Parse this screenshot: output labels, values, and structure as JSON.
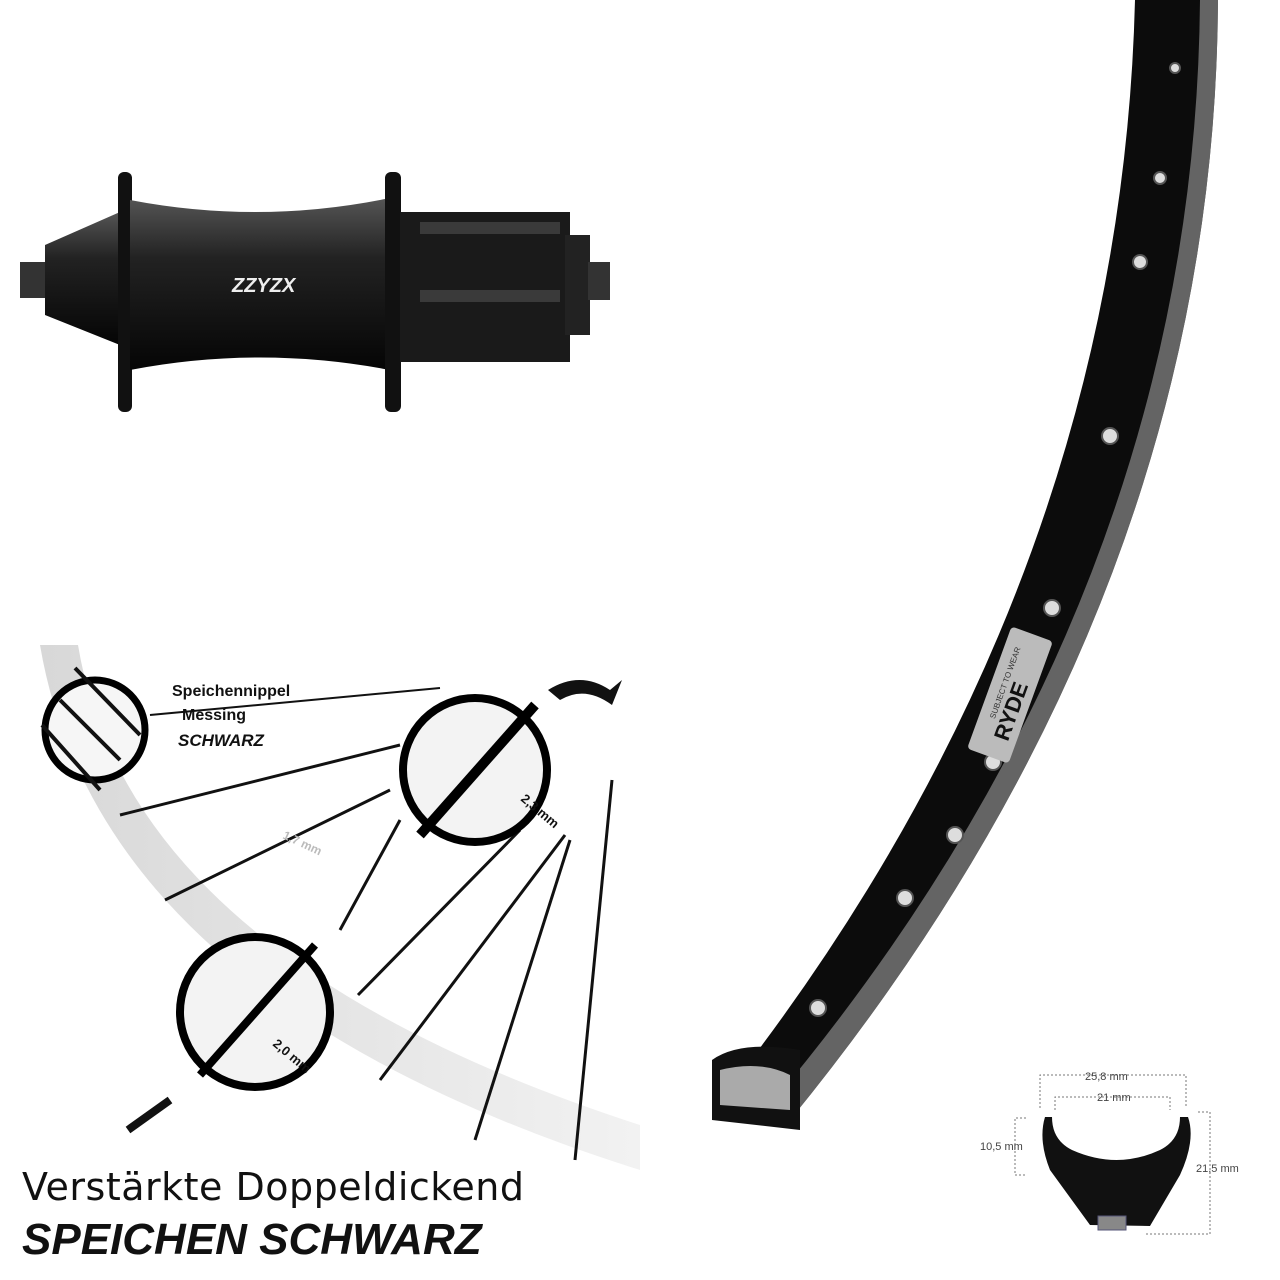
{
  "hub": {
    "brand": "ZZYZX"
  },
  "rim": {
    "brand": "RYDE",
    "sticker_text": "SUBJECT TO WEAR"
  },
  "profile": {
    "outer_width": "25,8 mm",
    "inner_width": "21 mm",
    "side_height": "10,5 mm",
    "total_height": "21,5 mm"
  },
  "spokes": {
    "nipple_label_1": "Speichennippel",
    "nipple_label_2": "Messing",
    "nipple_label_3": "SCHWARZ",
    "thin_diameter": "1,7 mm",
    "top_diameter": "2,3 mm",
    "bottom_diameter": "2,0 mm"
  },
  "headline": {
    "line1": "Verstärkte Doppeldickend",
    "line2": "SPEICHEN SCHWARZ"
  }
}
